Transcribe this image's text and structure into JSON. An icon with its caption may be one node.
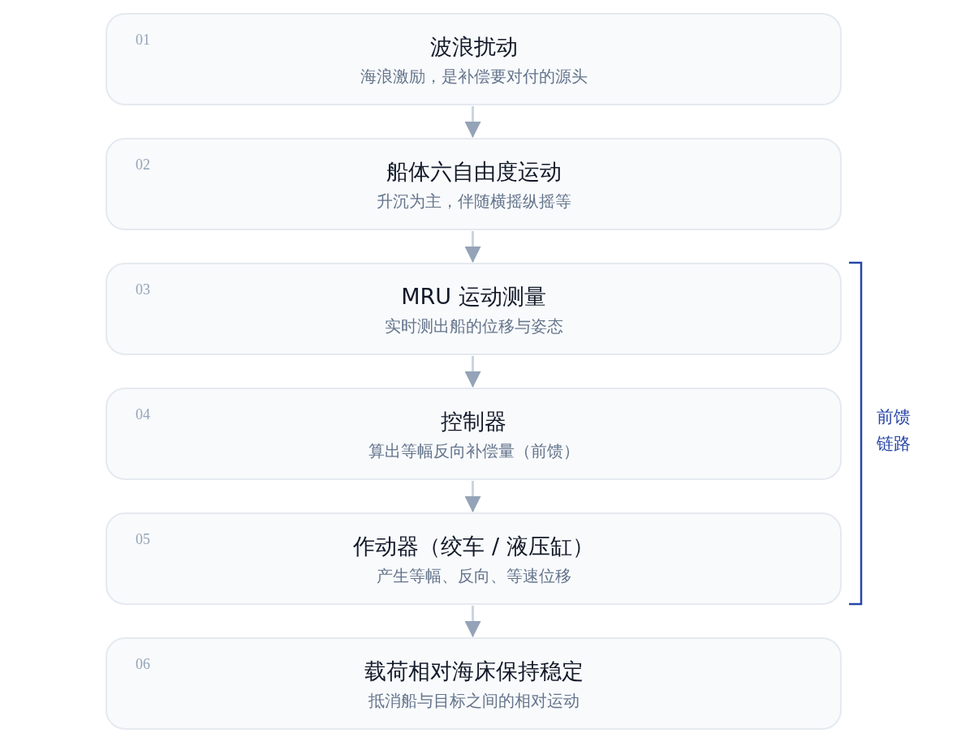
{
  "diagram": {
    "nodes": [
      {
        "text": [
          "01",
          "波浪扰动",
          "海浪激励，是补偿要对付的源头"
        ]
      },
      {
        "text": [
          "02",
          "船体六自由度运动",
          "升沉为主，伴随横摇纵摇等"
        ]
      },
      {
        "text": [
          "03",
          "MRU 运动测量",
          "实时测出船的位移与姿态"
        ]
      },
      {
        "text": [
          "04",
          "控制器",
          "算出等幅反向补偿量（前馈）"
        ]
      },
      {
        "text": [
          "05",
          "作动器（绞车 / 液压缸）",
          "产生等幅、反向、等速位移"
        ]
      },
      {
        "text": [
          "06",
          "载荷相对海床保持稳定",
          "抵消船与目标之间的相对运动"
        ]
      }
    ],
    "edges": [
      {
        "from": 0,
        "to": 1,
        "arrow": "to"
      },
      {
        "from": 1,
        "to": 2,
        "arrow": "to"
      },
      {
        "from": 2,
        "to": 3,
        "arrow": "to"
      },
      {
        "from": 3,
        "to": 4,
        "arrow": "to"
      },
      {
        "from": 4,
        "to": 5,
        "arrow": "to"
      }
    ],
    "labels": [
      "前馈链路"
    ]
  }
}
